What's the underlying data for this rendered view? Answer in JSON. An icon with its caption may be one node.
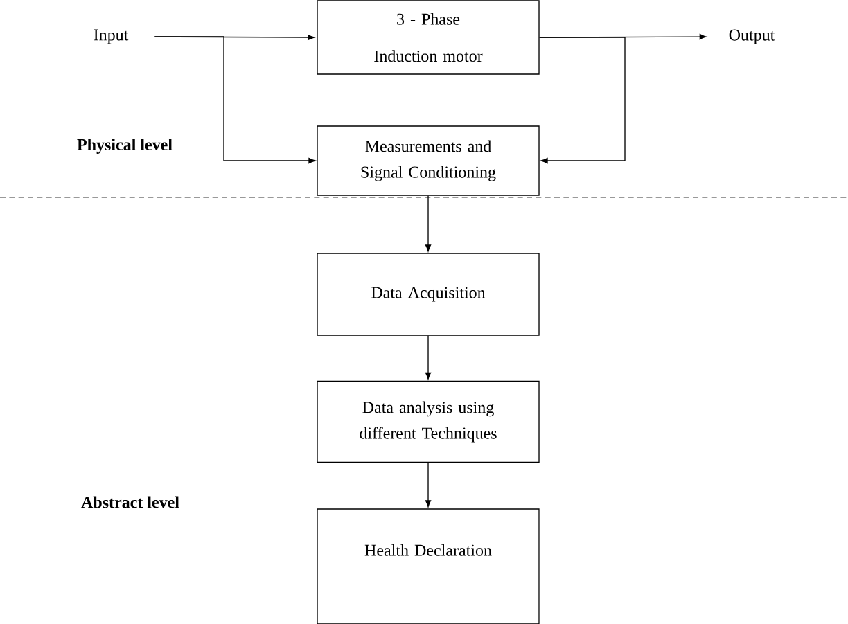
{
  "diagram": {
    "nodes": [
      {
        "text": [
          "Input"
        ]
      },
      {
        "text": [
          "3 - Phase Induction motor"
        ]
      },
      {
        "text": [
          "Output"
        ]
      },
      {
        "text": [
          "Measurements and Signal Conditioning"
        ]
      },
      {
        "text": [
          "Data Acquisition"
        ]
      },
      {
        "text": [
          "Data analysis using different Techniques"
        ]
      },
      {
        "text": [
          "Health Declaration"
        ]
      }
    ],
    "edges": [
      {
        "from": 0,
        "to": 1,
        "arrow": "to"
      },
      {
        "from": 0,
        "to": 3,
        "arrow": "to"
      },
      {
        "from": 1,
        "to": 2,
        "arrow": "to"
      },
      {
        "from": 1,
        "to": 3,
        "arrow": "to"
      },
      {
        "from": 3,
        "to": 4,
        "arrow": "to"
      },
      {
        "from": 4,
        "to": 5,
        "arrow": "to"
      },
      {
        "from": 5,
        "to": 6,
        "arrow": "to"
      }
    ],
    "labels": [
      "Physical level",
      "Abstract level"
    ]
  }
}
